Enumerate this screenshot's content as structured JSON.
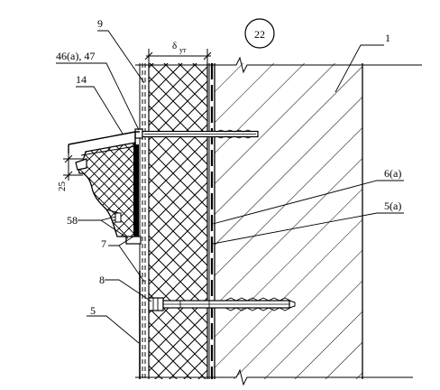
{
  "sheet_number": "22",
  "dimension": {
    "symbol": "δ",
    "subscript": "ут"
  },
  "labels": {
    "l1": "1",
    "l9": "9",
    "l46": "46(a), 47",
    "l14": "14",
    "l25": "25",
    "l58": "58",
    "l7": "7",
    "l8": "8",
    "l5": "5",
    "l6a": "6(a)",
    "l5a": "5(a)"
  }
}
